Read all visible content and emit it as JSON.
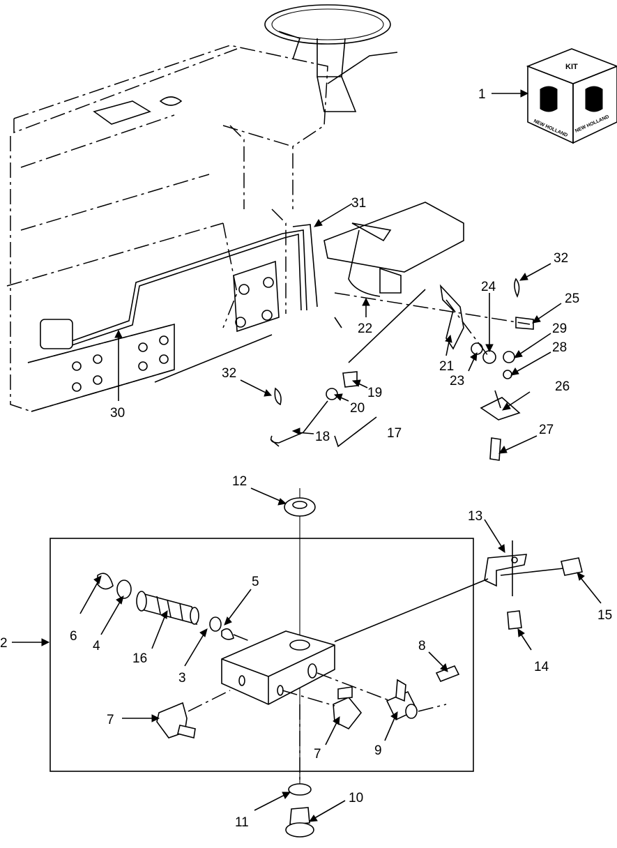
{
  "diagram": {
    "kit_box": {
      "label": "KIT",
      "brand_left": "NEW HOLLAND",
      "brand_right": "NEW HOLLAND"
    },
    "callouts": [
      {
        "id": "c1",
        "text": "1"
      },
      {
        "id": "c2",
        "text": "2"
      },
      {
        "id": "c3",
        "text": "3"
      },
      {
        "id": "c4",
        "text": "4"
      },
      {
        "id": "c5",
        "text": "5"
      },
      {
        "id": "c6",
        "text": "6"
      },
      {
        "id": "c7a",
        "text": "7"
      },
      {
        "id": "c7b",
        "text": "7"
      },
      {
        "id": "c8",
        "text": "8"
      },
      {
        "id": "c9",
        "text": "9"
      },
      {
        "id": "c10",
        "text": "10"
      },
      {
        "id": "c11",
        "text": "11"
      },
      {
        "id": "c12",
        "text": "12"
      },
      {
        "id": "c13",
        "text": "13"
      },
      {
        "id": "c14",
        "text": "14"
      },
      {
        "id": "c15",
        "text": "15"
      },
      {
        "id": "c16",
        "text": "16"
      },
      {
        "id": "c17",
        "text": "17"
      },
      {
        "id": "c18",
        "text": "18"
      },
      {
        "id": "c19",
        "text": "19"
      },
      {
        "id": "c20",
        "text": "20"
      },
      {
        "id": "c21",
        "text": "21"
      },
      {
        "id": "c22",
        "text": "22"
      },
      {
        "id": "c23",
        "text": "23"
      },
      {
        "id": "c24",
        "text": "24"
      },
      {
        "id": "c25",
        "text": "25"
      },
      {
        "id": "c26",
        "text": "26"
      },
      {
        "id": "c27",
        "text": "27"
      },
      {
        "id": "c28",
        "text": "28"
      },
      {
        "id": "c29",
        "text": "29"
      },
      {
        "id": "c30",
        "text": "30"
      },
      {
        "id": "c31",
        "text": "31"
      },
      {
        "id": "c32a",
        "text": "32"
      },
      {
        "id": "c32b",
        "text": "32"
      }
    ]
  }
}
